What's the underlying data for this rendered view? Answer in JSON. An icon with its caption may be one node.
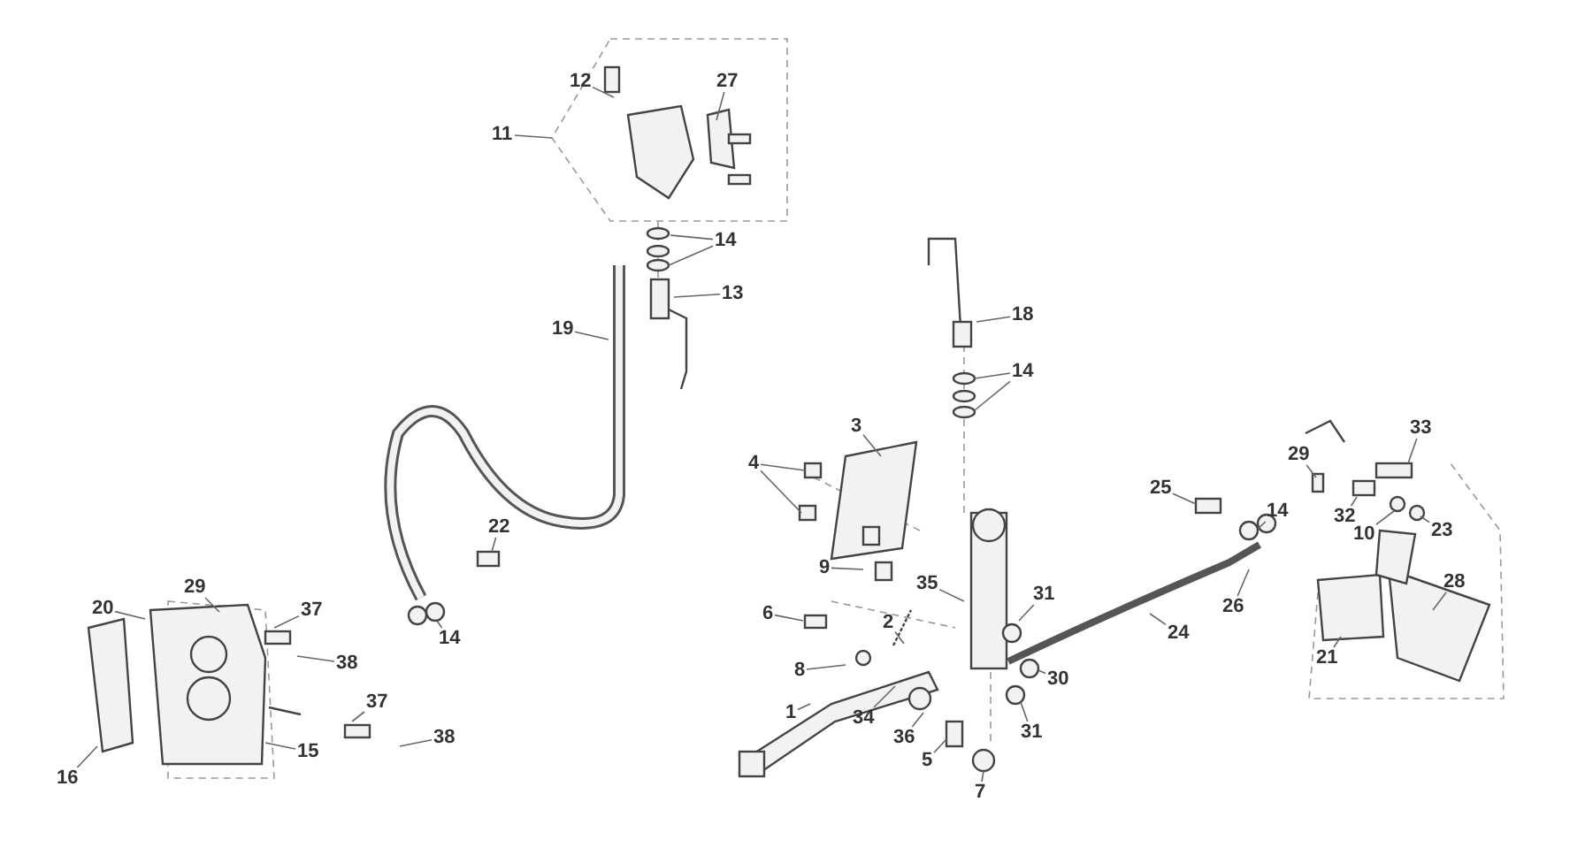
{
  "diagram": {
    "nodes": [
      {
        "text": [
          "12"
        ]
      },
      {
        "text": [
          "27"
        ]
      },
      {
        "text": [
          "11"
        ]
      },
      {
        "text": [
          "14"
        ]
      },
      {
        "text": [
          "13"
        ]
      },
      {
        "text": [
          "18"
        ]
      },
      {
        "text": [
          "19"
        ]
      },
      {
        "text": [
          "14"
        ]
      },
      {
        "text": [
          "3"
        ]
      },
      {
        "text": [
          "33"
        ]
      },
      {
        "text": [
          "4"
        ]
      },
      {
        "text": [
          "29"
        ]
      },
      {
        "text": [
          "25"
        ]
      },
      {
        "text": [
          "14"
        ]
      },
      {
        "text": [
          "32"
        ]
      },
      {
        "text": [
          "10"
        ]
      },
      {
        "text": [
          "22"
        ]
      },
      {
        "text": [
          "23"
        ]
      },
      {
        "text": [
          "9"
        ]
      },
      {
        "text": [
          "28"
        ]
      },
      {
        "text": [
          "35"
        ]
      },
      {
        "text": [
          "29"
        ]
      },
      {
        "text": [
          "31"
        ]
      },
      {
        "text": [
          "26"
        ]
      },
      {
        "text": [
          "20"
        ]
      },
      {
        "text": [
          "6"
        ]
      },
      {
        "text": [
          "37"
        ]
      },
      {
        "text": [
          "2"
        ]
      },
      {
        "text": [
          "24"
        ]
      },
      {
        "text": [
          "14"
        ]
      },
      {
        "text": [
          "38"
        ]
      },
      {
        "text": [
          "8"
        ]
      },
      {
        "text": [
          "21"
        ]
      },
      {
        "text": [
          "30"
        ]
      },
      {
        "text": [
          "1"
        ]
      },
      {
        "text": [
          "34"
        ]
      },
      {
        "text": [
          "37"
        ]
      },
      {
        "text": [
          "38"
        ]
      },
      {
        "text": [
          "36"
        ]
      },
      {
        "text": [
          "31"
        ]
      },
      {
        "text": [
          "15"
        ]
      },
      {
        "text": [
          "5"
        ]
      },
      {
        "text": [
          "16"
        ]
      },
      {
        "text": [
          "7"
        ]
      }
    ],
    "edges": [
      {
        "from": 0,
        "to": null,
        "arrow": "none"
      },
      {
        "from": 1,
        "to": null,
        "arrow": "none"
      },
      {
        "from": 2,
        "to": null,
        "arrow": "none"
      },
      {
        "from": 3,
        "to": null,
        "arrow": "none"
      },
      {
        "from": 3,
        "to": null,
        "arrow": "none"
      },
      {
        "from": 4,
        "to": null,
        "arrow": "none"
      },
      {
        "from": 5,
        "to": null,
        "arrow": "none"
      },
      {
        "from": 6,
        "to": null,
        "arrow": "none"
      },
      {
        "from": 7,
        "to": null,
        "arrow": "none"
      },
      {
        "from": 7,
        "to": null,
        "arrow": "none"
      },
      {
        "from": 8,
        "to": null,
        "arrow": "none"
      },
      {
        "from": 9,
        "to": null,
        "arrow": "none"
      },
      {
        "from": 10,
        "to": null,
        "arrow": "none"
      },
      {
        "from": 10,
        "to": null,
        "arrow": "none"
      },
      {
        "from": 11,
        "to": null,
        "arrow": "none"
      },
      {
        "from": 12,
        "to": null,
        "arrow": "none"
      },
      {
        "from": 13,
        "to": null,
        "arrow": "none"
      },
      {
        "from": 14,
        "to": null,
        "arrow": "none"
      },
      {
        "from": 15,
        "to": null,
        "arrow": "none"
      },
      {
        "from": 16,
        "to": null,
        "arrow": "none"
      },
      {
        "from": 17,
        "to": null,
        "arrow": "none"
      },
      {
        "from": 18,
        "to": null,
        "arrow": "none"
      },
      {
        "from": 19,
        "to": null,
        "arrow": "none"
      },
      {
        "from": 20,
        "to": null,
        "arrow": "none"
      },
      {
        "from": 21,
        "to": null,
        "arrow": "none"
      },
      {
        "from": 22,
        "to": null,
        "arrow": "none"
      },
      {
        "from": 23,
        "to": null,
        "arrow": "none"
      },
      {
        "from": 24,
        "to": null,
        "arrow": "none"
      },
      {
        "from": 25,
        "to": null,
        "arrow": "none"
      },
      {
        "from": 26,
        "to": null,
        "arrow": "none"
      },
      {
        "from": 27,
        "to": null,
        "arrow": "none"
      },
      {
        "from": 28,
        "to": null,
        "arrow": "none"
      },
      {
        "from": 29,
        "to": null,
        "arrow": "none"
      },
      {
        "from": 30,
        "to": null,
        "arrow": "none"
      },
      {
        "from": 31,
        "to": null,
        "arrow": "none"
      },
      {
        "from": 32,
        "to": null,
        "arrow": "none"
      },
      {
        "from": 33,
        "to": null,
        "arrow": "none"
      },
      {
        "from": 34,
        "to": null,
        "arrow": "none"
      },
      {
        "from": 35,
        "to": null,
        "arrow": "none"
      },
      {
        "from": 36,
        "to": null,
        "arrow": "none"
      },
      {
        "from": 37,
        "to": null,
        "arrow": "none"
      },
      {
        "from": 38,
        "to": null,
        "arrow": "none"
      },
      {
        "from": 39,
        "to": null,
        "arrow": "none"
      },
      {
        "from": 40,
        "to": null,
        "arrow": "none"
      },
      {
        "from": 41,
        "to": null,
        "arrow": "none"
      },
      {
        "from": 42,
        "to": null,
        "arrow": "none"
      },
      {
        "from": 43,
        "to": null,
        "arrow": "none"
      }
    ]
  }
}
